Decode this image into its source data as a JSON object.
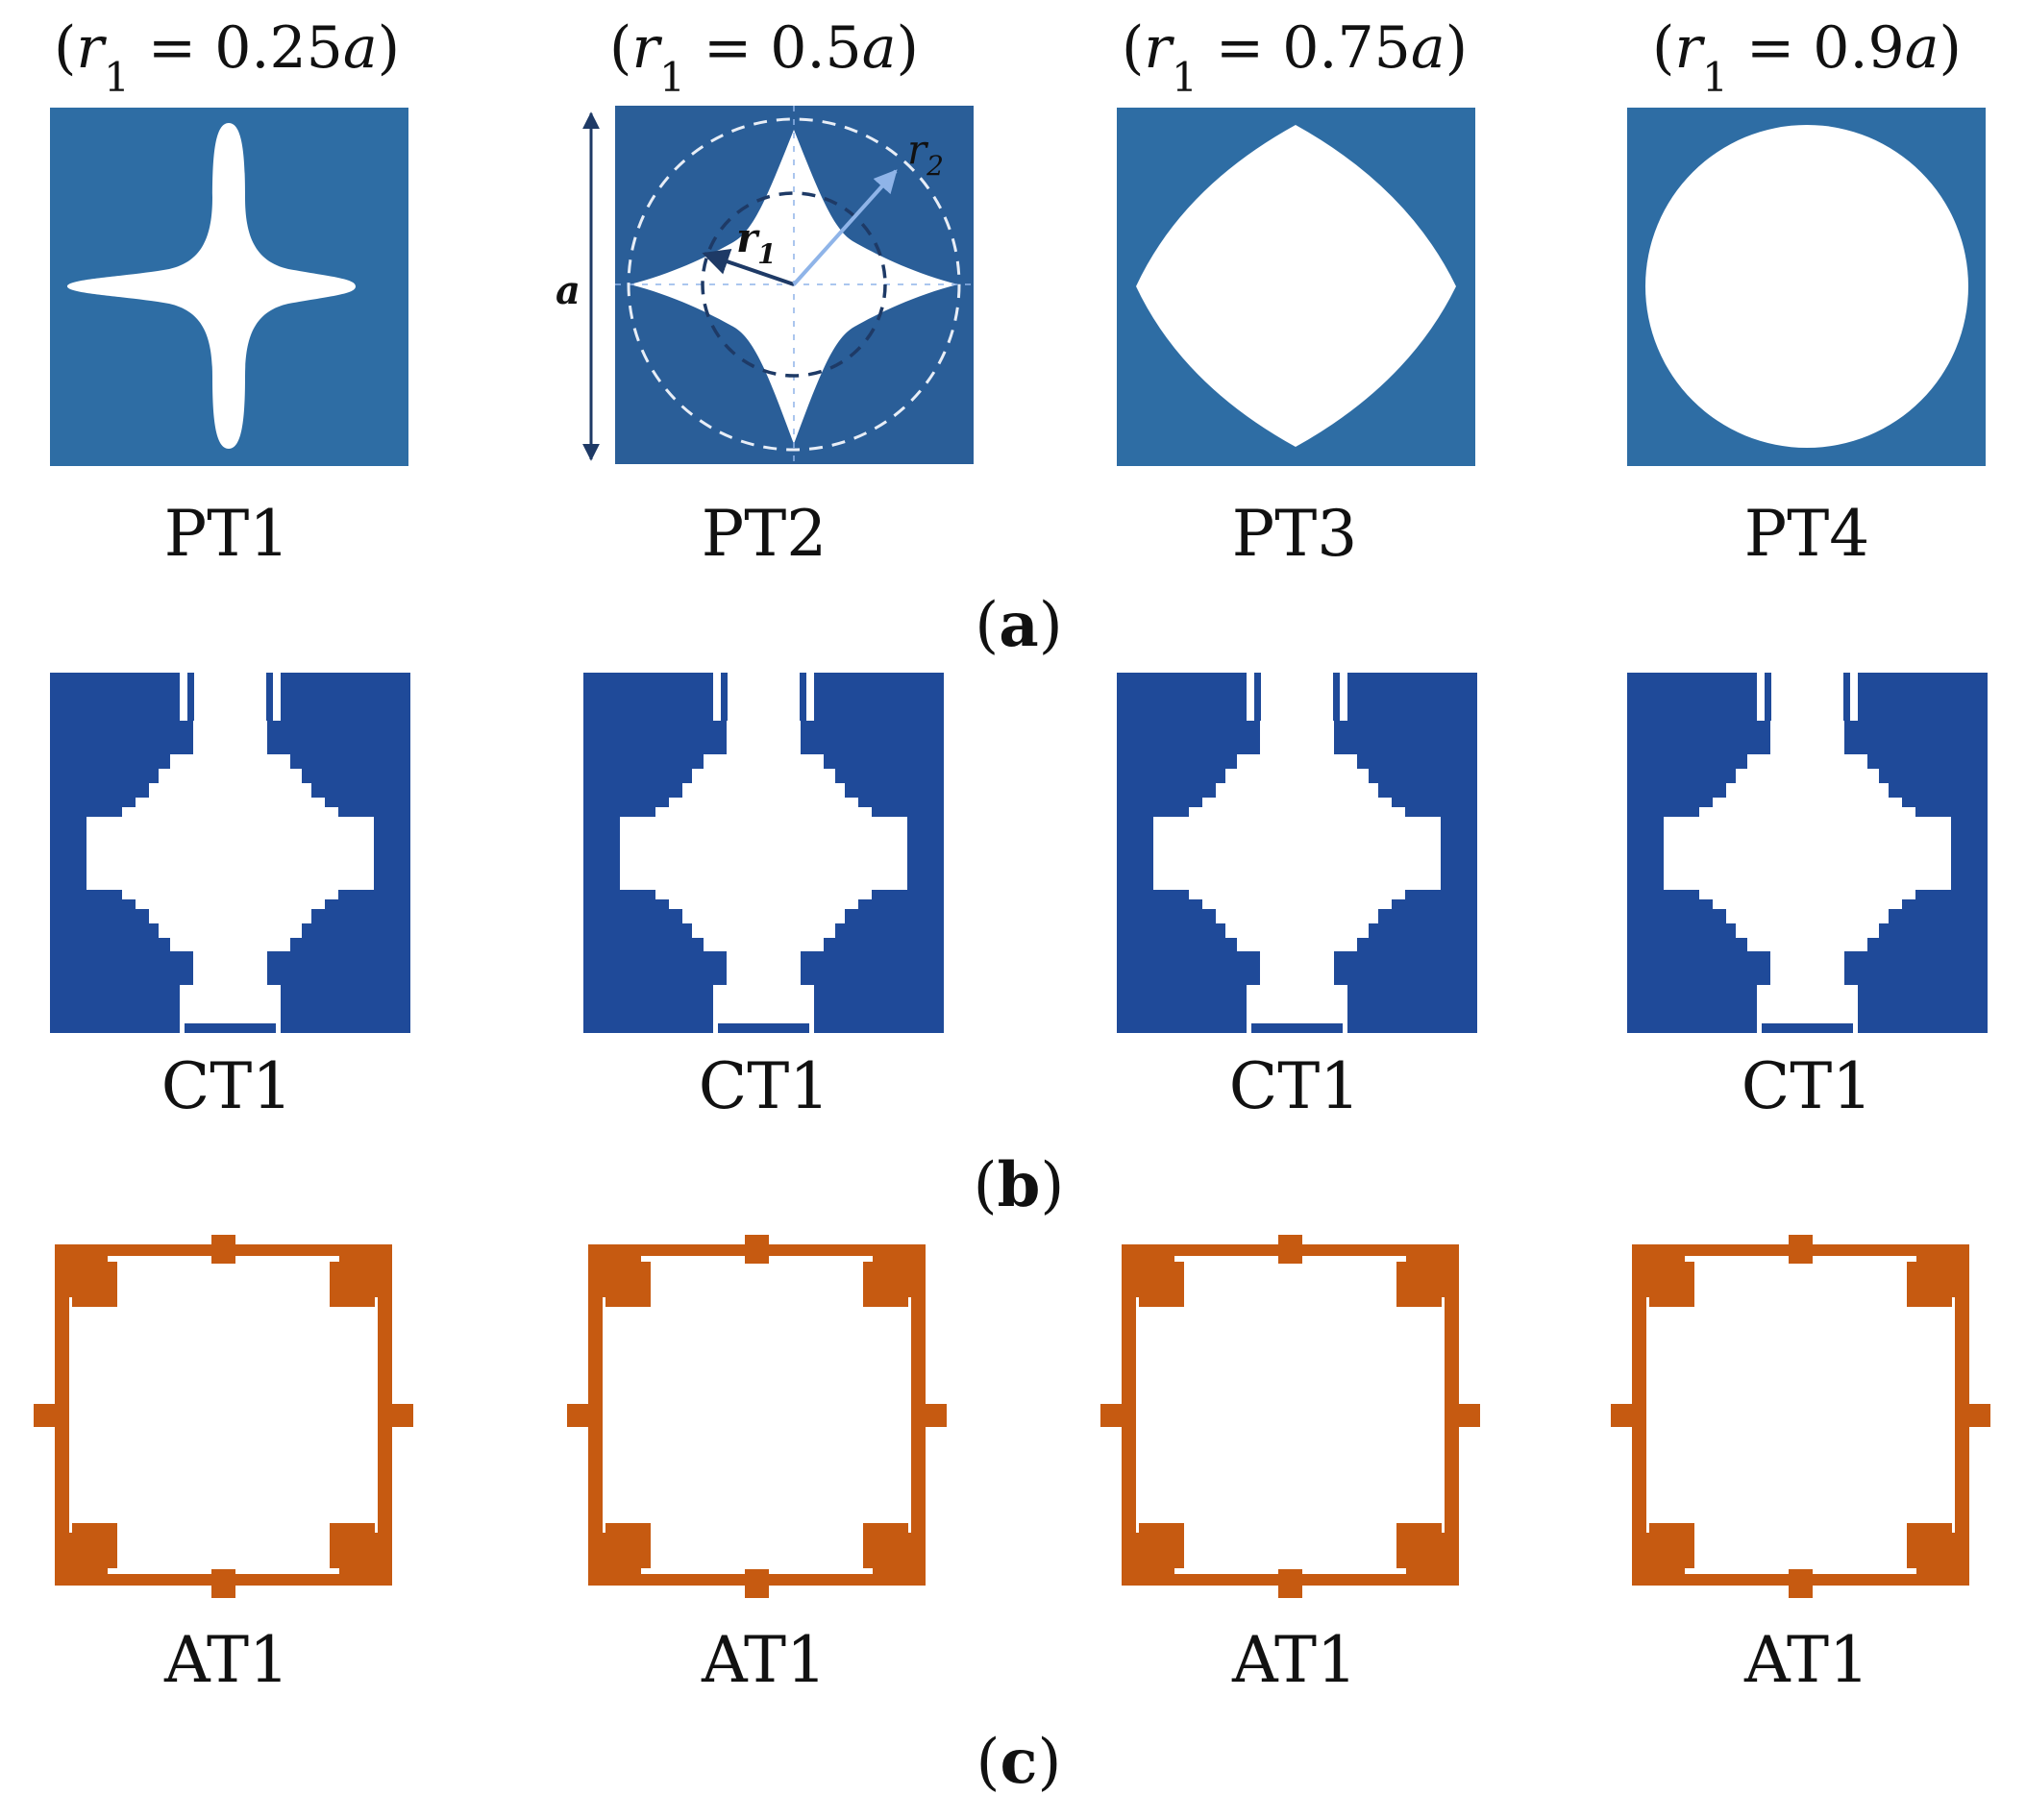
{
  "colors": {
    "pt_blue": "#2E6DA4",
    "pt2_blue": "#2A5E98",
    "ct_blue": "#1F4A99",
    "at_orange": "#C65A11",
    "annotation_dark": "#1E3A66",
    "annotation_light": "#8FB4E8"
  },
  "row_a": {
    "params": [
      {
        "open": "(",
        "r": "r",
        "sub": "1",
        "eq": " = 0.25",
        "a": "a",
        "close": ")"
      },
      {
        "open": "(",
        "r": "r",
        "sub": "1",
        "eq": " = 0.5",
        "a": "a",
        "close": ")"
      },
      {
        "open": "(",
        "r": "r",
        "sub": "1",
        "eq": " = 0.75",
        "a": "a",
        "close": ")"
      },
      {
        "open": "(",
        "r": "r",
        "sub": "1",
        "eq": " = 0.9",
        "a": "a",
        "close": ")"
      }
    ],
    "labels": [
      "PT1",
      "PT2",
      "PT3",
      "PT4"
    ],
    "pt2_annotations": {
      "side": "a",
      "r1": "r",
      "r1_sub": "1",
      "r2": "r",
      "r2_sub": "2"
    },
    "caption": {
      "open": "(",
      "letter": "a",
      "close": ")"
    }
  },
  "row_b": {
    "labels": [
      "CT1",
      "CT1",
      "CT1",
      "CT1"
    ],
    "caption": {
      "open": "(",
      "letter": "b",
      "close": ")"
    }
  },
  "row_c": {
    "labels": [
      "AT1",
      "AT1",
      "AT1",
      "AT1"
    ],
    "caption": {
      "open": "(",
      "letter": "c",
      "close": ")"
    }
  }
}
